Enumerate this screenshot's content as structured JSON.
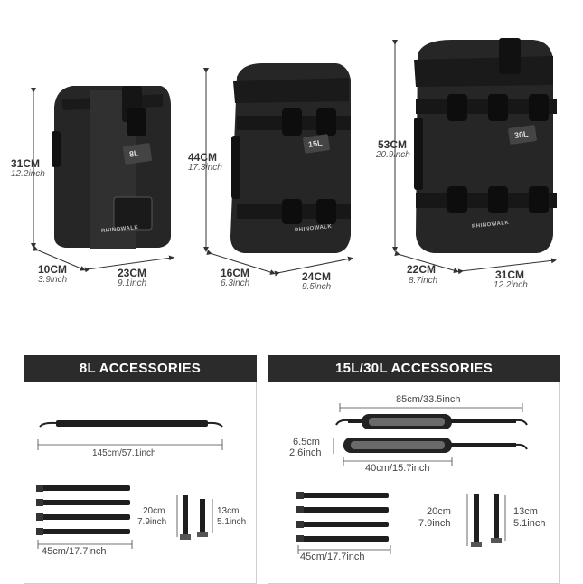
{
  "bags": [
    {
      "label": "8L",
      "height_cm": "31CM",
      "height_in": "12.2inch",
      "depth_cm": "10CM",
      "depth_in": "3.9inch",
      "width_cm": "23CM",
      "width_in": "9.1inch"
    },
    {
      "label": "15L",
      "height_cm": "44CM",
      "height_in": "17.3inch",
      "depth_cm": "16CM",
      "depth_in": "6.3inch",
      "width_cm": "24CM",
      "width_in": "9.5inch"
    },
    {
      "label": "30L",
      "height_cm": "53CM",
      "height_in": "20.9inch",
      "depth_cm": "22CM",
      "depth_in": "8.7inch",
      "width_cm": "31CM",
      "width_in": "12.2inch"
    }
  ],
  "brand": "RHINOWALK",
  "accessories_8l": {
    "title": "8L ACCESSORIES",
    "strap_length": "145cm/57.1inch",
    "short_straps_length": "45cm/17.7inch",
    "buckle_long_cm": "20cm",
    "buckle_long_in": "7.9inch",
    "buckle_short_cm": "13cm",
    "buckle_short_in": "5.1inch"
  },
  "accessories_15l_30l": {
    "title": "15L/30L ACCESSORIES",
    "strap_length": "85cm/33.5inch",
    "pad_width_cm": "6.5cm",
    "pad_width_in": "2.6inch",
    "pad_length": "40cm/15.7inch",
    "short_straps_length": "45cm/17.7inch",
    "buckle_long_cm": "20cm",
    "buckle_long_in": "7.9inch",
    "buckle_short_cm": "13cm",
    "buckle_short_in": "5.1inch"
  },
  "colors": {
    "bag": "#2a2a2a",
    "header": "#2b2b2b",
    "strap": "#1e1e1e"
  }
}
